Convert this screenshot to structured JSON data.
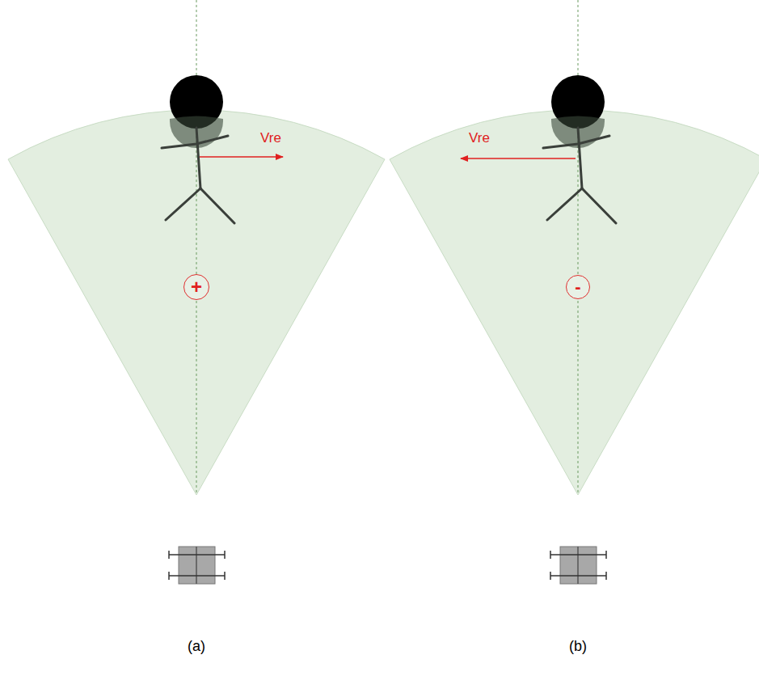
{
  "diagram": {
    "nodes": [
      {
        "text": [
          "+"
        ]
      },
      {
        "text": [
          "-"
        ]
      }
    ],
    "labels": [
      "Vre",
      "Vre",
      "(a)",
      "(b)"
    ]
  }
}
